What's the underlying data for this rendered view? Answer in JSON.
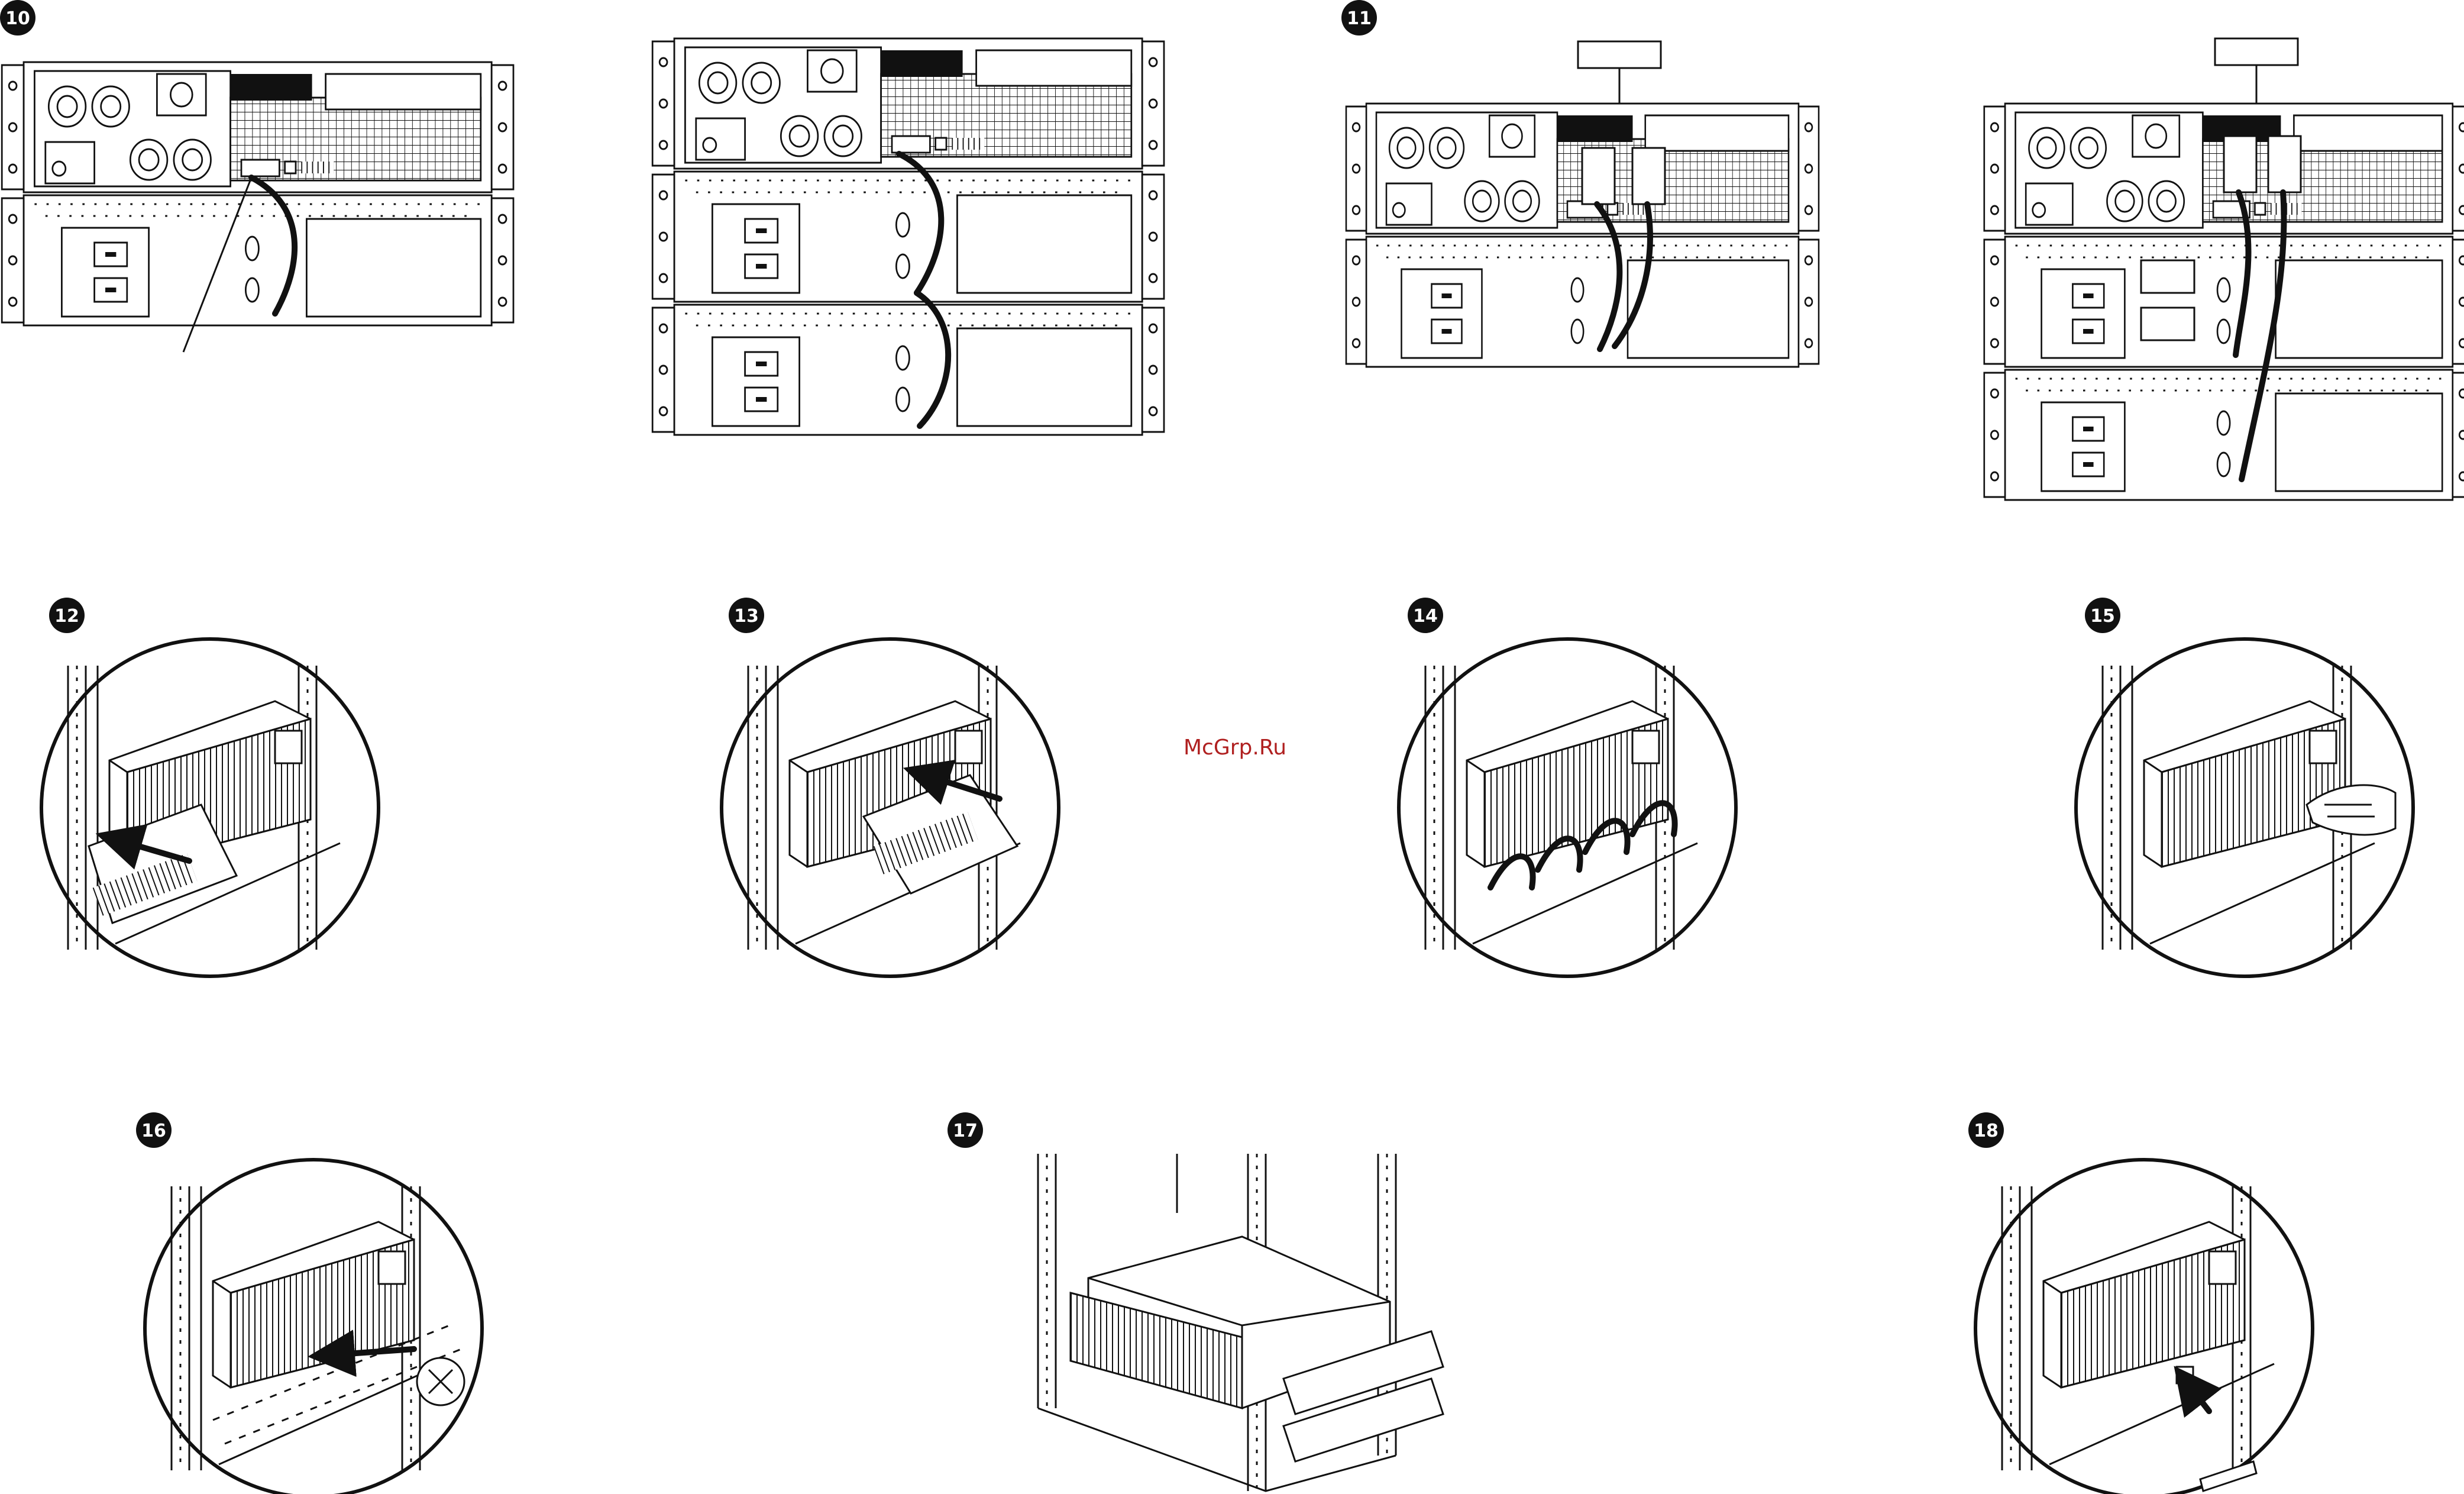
{
  "watermark": "McGrp.Ru",
  "steps": [
    {
      "id": "10",
      "label": "10"
    },
    {
      "id": "11",
      "label": "11"
    },
    {
      "id": "12",
      "label": "12"
    },
    {
      "id": "13",
      "label": "13"
    },
    {
      "id": "14",
      "label": "14"
    },
    {
      "id": "15",
      "label": "15"
    },
    {
      "id": "16",
      "label": "16"
    },
    {
      "id": "17",
      "label": "17"
    },
    {
      "id": "18",
      "label": "18"
    }
  ],
  "icons": {
    "push_arrow": "arrow-icon",
    "screw": "screw-icon",
    "hand": "hand-icon"
  }
}
